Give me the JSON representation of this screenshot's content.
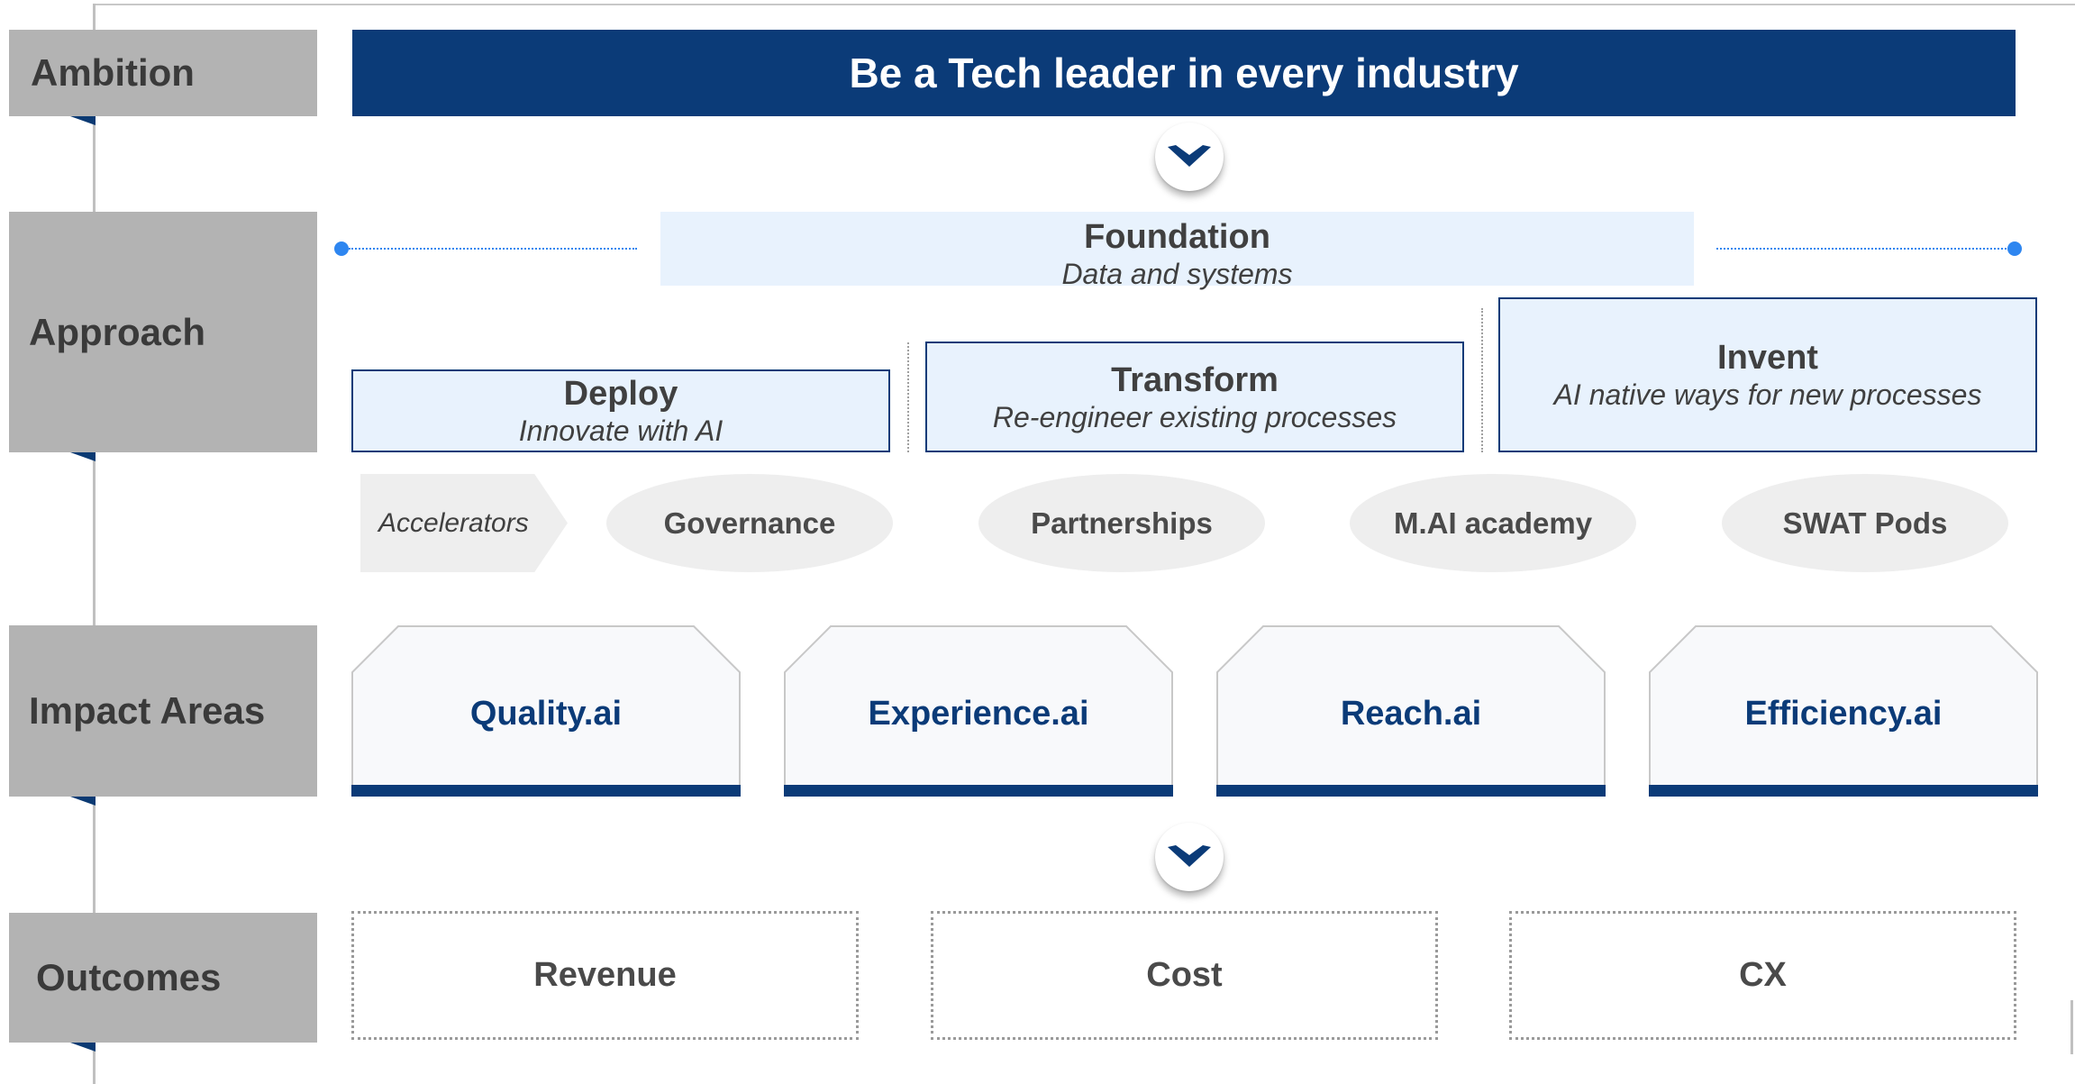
{
  "row_labels": {
    "ambition": "Ambition",
    "approach": "Approach",
    "impact": "Impact Areas",
    "outcomes": "Outcomes"
  },
  "ambition": "Be a Tech leader in every industry",
  "foundation": {
    "title": "Foundation",
    "subtitle": "Data and systems"
  },
  "pillars": [
    {
      "title": "Deploy",
      "subtitle": "Innovate with AI"
    },
    {
      "title": "Transform",
      "subtitle": "Re-engineer existing processes"
    },
    {
      "title": "Invent",
      "subtitle": "AI native ways for new processes"
    }
  ],
  "enablers": {
    "arrow_label": "Accelerators",
    "items": [
      "Governance",
      "Partnerships",
      "M.AI academy",
      "SWAT Pods"
    ]
  },
  "impact_areas": [
    "Quality.ai",
    "Experience.ai",
    "Reach.ai",
    "Efficiency.ai"
  ],
  "outcomes": [
    "Revenue",
    "Cost",
    "CX"
  ],
  "colors": {
    "navy": "#0b3b78",
    "label_gray": "#b3b3b3",
    "light_blue": "#e8f2fd",
    "dot_blue": "#2e86f0",
    "pill_gray": "#eeeeee"
  },
  "icons": {
    "flow_arrow": "chevron-down-icon"
  }
}
